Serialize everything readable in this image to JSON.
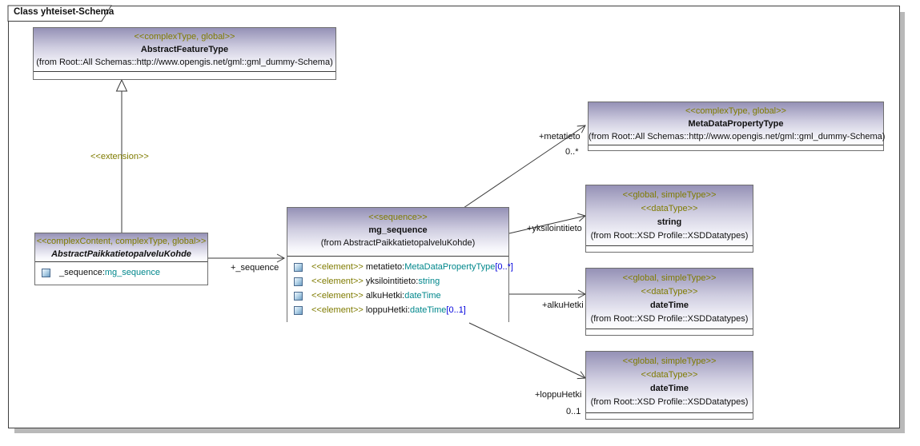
{
  "frame": {
    "title": "Class yhteiset-Schema"
  },
  "colors": {
    "header_gradient_top": "#9591b6",
    "box_border": "#6e6e6e",
    "stereotype_text": "#7f7b00",
    "type_text": "#00878c",
    "cardinality_text": "#0000dd",
    "connector": "#3a3a3a",
    "shadow": "#b9b9b9"
  },
  "classes": {
    "abstractFeatureType": {
      "stereotype": "<<complexType, global>>",
      "name": "AbstractFeatureType",
      "origin": "(from Root::All Schemas::http://www.opengis.net/gml::gml_dummy-Schema)"
    },
    "abstractPaikkatietopalveluKohde": {
      "stereotype": "<<complexContent, complexType, global>>",
      "name": "AbstractPaikkatietopalveluKohde",
      "attributes": [
        {
          "name": "_sequence:",
          "type": "mg_sequence"
        }
      ]
    },
    "mgSequence": {
      "stereotype": "<<sequence>>",
      "name": "mg_sequence",
      "origin": "(from AbstractPaikkatietopalveluKohde)",
      "attributes": [
        {
          "stereotype": "<<element>>",
          "name": "metatieto:",
          "type": "MetaDataPropertyType",
          "cardinality": "[0..*]"
        },
        {
          "stereotype": "<<element>>",
          "name": "yksilointitieto:",
          "type": "string",
          "cardinality": ""
        },
        {
          "stereotype": "<<element>>",
          "name": "alkuHetki:",
          "type": "dateTime",
          "cardinality": ""
        },
        {
          "stereotype": "<<element>>",
          "name": "loppuHetki:",
          "type": "dateTime",
          "cardinality": "[0..1]"
        }
      ]
    },
    "metaDataPropertyType": {
      "stereotype": "<<complexType, global>>",
      "name": "MetaDataPropertyType",
      "origin": "(from Root::All Schemas::http://www.opengis.net/gml::gml_dummy-Schema)"
    },
    "string": {
      "stereotype1": "<<global, simpleType>>",
      "stereotype2": "<<dataType>>",
      "name": "string",
      "origin": "(from Root::XSD Profile::XSDDatatypes)"
    },
    "dateTimeAlku": {
      "stereotype1": "<<global, simpleType>>",
      "stereotype2": "<<dataType>>",
      "name": "dateTime",
      "origin": "(from Root::XSD Profile::XSDDatatypes)"
    },
    "dateTimeLoppu": {
      "stereotype1": "<<global, simpleType>>",
      "stereotype2": "<<dataType>>",
      "name": "dateTime",
      "origin": "(from Root::XSD Profile::XSDDatatypes)"
    }
  },
  "edges": {
    "extension": {
      "label": "<<extension>>"
    },
    "sequence": {
      "label": "+_sequence"
    },
    "metatieto": {
      "label": "+metatieto",
      "cardinality": "0..*"
    },
    "yksilointitieto": {
      "label": "+yksilointitieto"
    },
    "alkuHetki": {
      "label": "+alkuHetki"
    },
    "loppuHetki": {
      "label": "+loppuHetki",
      "cardinality": "0..1"
    }
  }
}
